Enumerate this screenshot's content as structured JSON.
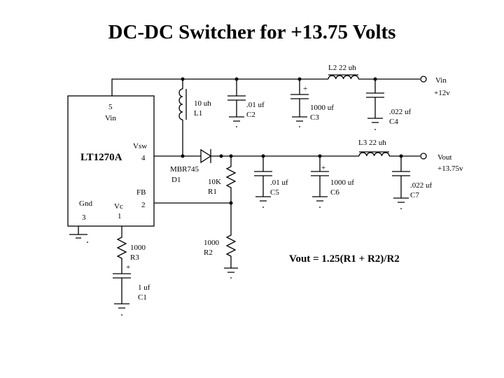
{
  "title": "DC-DC Switcher for +13.75 Volts",
  "chip": {
    "name": "LT1270A",
    "pin_vin_num": "5",
    "pin_vin_name": "Vin",
    "pin_vsw_name": "Vsw",
    "pin_vsw_num": "4",
    "pin_fb_name": "FB",
    "pin_fb_num": "2",
    "pin_gnd_name": "Gnd",
    "pin_gnd_num": "3",
    "pin_vc_name": "Vc",
    "pin_vc_num": "1"
  },
  "components": {
    "L1": {
      "value": "10 uh",
      "ref": "L1"
    },
    "C2": {
      "value": ".01 uf",
      "ref": "C2"
    },
    "C3": {
      "value": "1000  uf",
      "ref": "C3"
    },
    "L2": {
      "label": "L2 22 uh"
    },
    "C4": {
      "value": ".022 uf",
      "ref": "C4"
    },
    "D1": {
      "part": "MBR745",
      "ref": "D1"
    },
    "R1": {
      "value": "10K",
      "ref": "R1"
    },
    "C5": {
      "value": ".01 uf",
      "ref": "C5"
    },
    "C6": {
      "value": "1000  uf",
      "ref": "C6"
    },
    "L3": {
      "label": "L3 22 uh"
    },
    "C7": {
      "value": ".022 uf",
      "ref": "C7"
    },
    "R2": {
      "value": "1000",
      "ref": "R2"
    },
    "R3": {
      "value": "1000",
      "ref": "R3"
    },
    "C1": {
      "value": "1 uf",
      "ref": "C1"
    }
  },
  "terminals": {
    "vin_label": "Vin",
    "vin_value": "+12v",
    "vout_label": "Vout",
    "vout_value": "+13.75v"
  },
  "polarity_mark": "+",
  "formula": "Vout = 1.25(R1 + R2)/R2"
}
